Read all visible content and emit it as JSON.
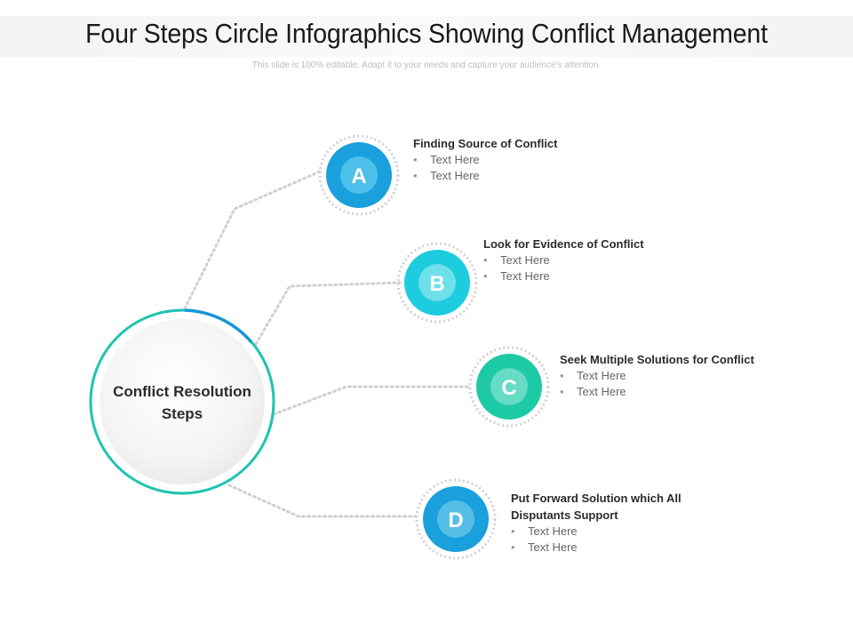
{
  "header": {
    "title": "Four Steps Circle Infographics Showing Conflict Management",
    "subtitle": "This slide is 100% editable. Adapt it to your needs and capture your audience's attention."
  },
  "center": {
    "label_line1": "Conflict Resolution",
    "label_line2": "Steps"
  },
  "steps": [
    {
      "letter": "A",
      "heading": "Finding Source of Conflict",
      "bullets": [
        "Text Here",
        "Text Here"
      ],
      "color": "#1aa0dc",
      "inner_color": "#4cc0ea"
    },
    {
      "letter": "B",
      "heading": "Look for Evidence of Conflict",
      "bullets": [
        "Text Here",
        "Text Here"
      ],
      "color": "#1dccdf",
      "inner_color": "#6ee0ea"
    },
    {
      "letter": "C",
      "heading": "Seek Multiple Solutions for Conflict",
      "bullets": [
        "Text Here",
        "Text Here"
      ],
      "color": "#1ec9a5",
      "inner_color": "#66dcc4"
    },
    {
      "letter": "D",
      "heading": "Put Forward Solution which All Disputants Support",
      "bullets": [
        "Text Here",
        "Text Here"
      ],
      "color": "#1aa0dc",
      "inner_color": "#55bde6"
    }
  ],
  "colors": {
    "connector": "#d0d0d0",
    "ring_teal": "#20c4b0",
    "ring_blue": "#1a95d6"
  }
}
